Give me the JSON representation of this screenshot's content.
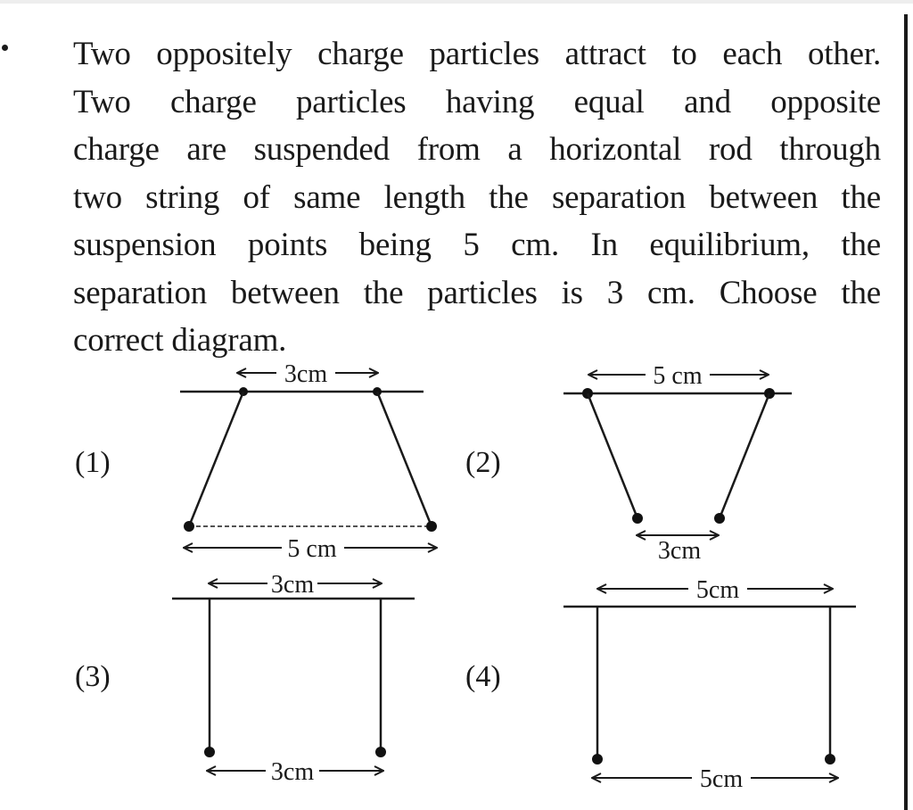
{
  "question": {
    "lines": [
      "Two oppositely charge particles attract to each other.",
      "Two charge particles having equal and opposite",
      "charge are suspended from a horizontal rod through",
      "two string of same length the separation between the",
      "suspension points being 5 cm. In equilibrium, the",
      "separation between the particles is 3 cm. Choose the",
      "correct diagram."
    ]
  },
  "options": [
    {
      "label": "(1)",
      "top_dimension": "3cm",
      "bottom_dimension": "5 cm",
      "shape": "strings diverge outward, particles farther apart than suspension points"
    },
    {
      "label": "(2)",
      "top_dimension": "5 cm",
      "bottom_dimension": "3cm",
      "shape": "strings converge inward, particles closer than suspension points"
    },
    {
      "label": "(3)",
      "top_dimension": "3cm",
      "bottom_dimension": "3cm",
      "shape": "vertical strings, equal separation 3cm"
    },
    {
      "label": "(4)",
      "top_dimension": "5cm",
      "bottom_dimension": "5cm",
      "shape": "vertical strings, equal separation 5cm"
    }
  ]
}
